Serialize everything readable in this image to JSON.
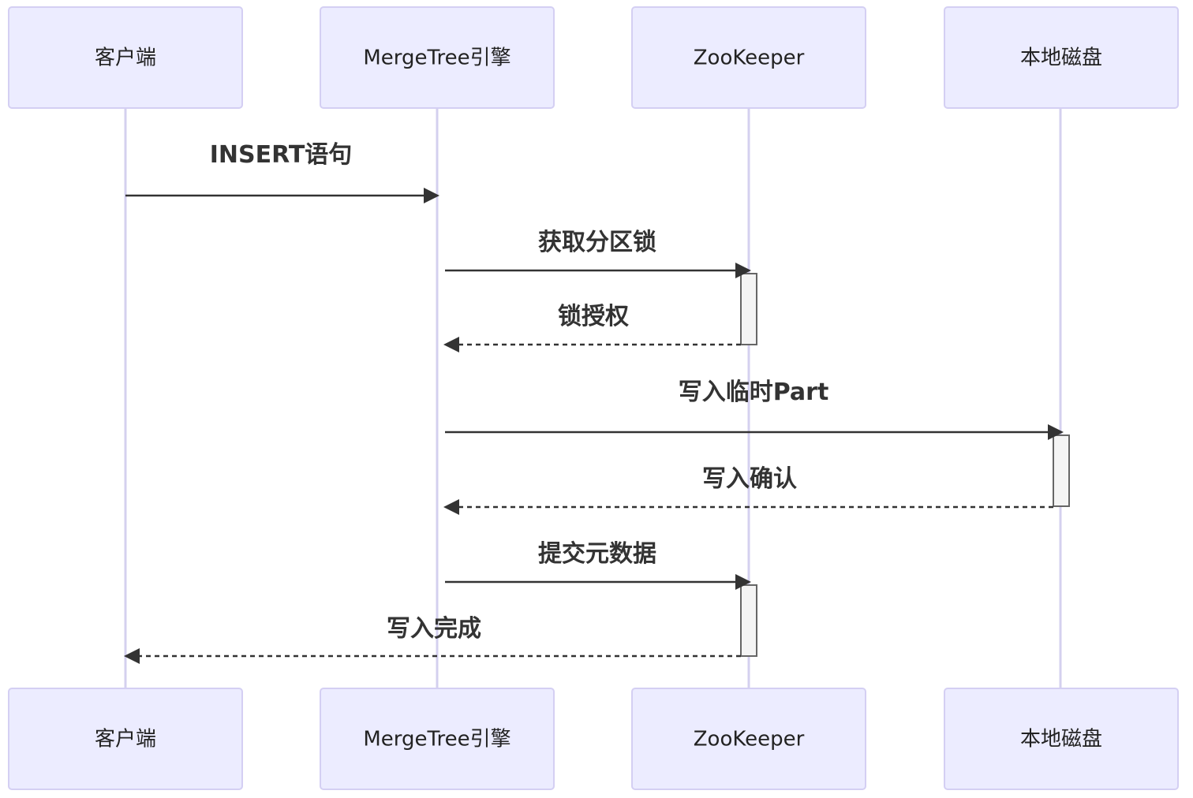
{
  "participants": [
    {
      "id": "client",
      "label": "客户端"
    },
    {
      "id": "engine",
      "label": "MergeTree引擎"
    },
    {
      "id": "zk",
      "label": "ZooKeeper"
    },
    {
      "id": "disk",
      "label": "本地磁盘"
    }
  ],
  "messages": [
    {
      "from": "client",
      "to": "engine",
      "label": "INSERT语句",
      "style": "solid"
    },
    {
      "from": "engine",
      "to": "zk",
      "label": "获取分区锁",
      "style": "solid"
    },
    {
      "from": "zk",
      "to": "engine",
      "label": "锁授权",
      "style": "dashed"
    },
    {
      "from": "engine",
      "to": "disk",
      "label": "写入临时Part",
      "style": "solid"
    },
    {
      "from": "disk",
      "to": "engine",
      "label": "写入确认",
      "style": "dashed"
    },
    {
      "from": "engine",
      "to": "zk",
      "label": "提交元数据",
      "style": "solid"
    },
    {
      "from": "zk",
      "to": "client",
      "label": "写入完成",
      "style": "dashed"
    }
  ]
}
